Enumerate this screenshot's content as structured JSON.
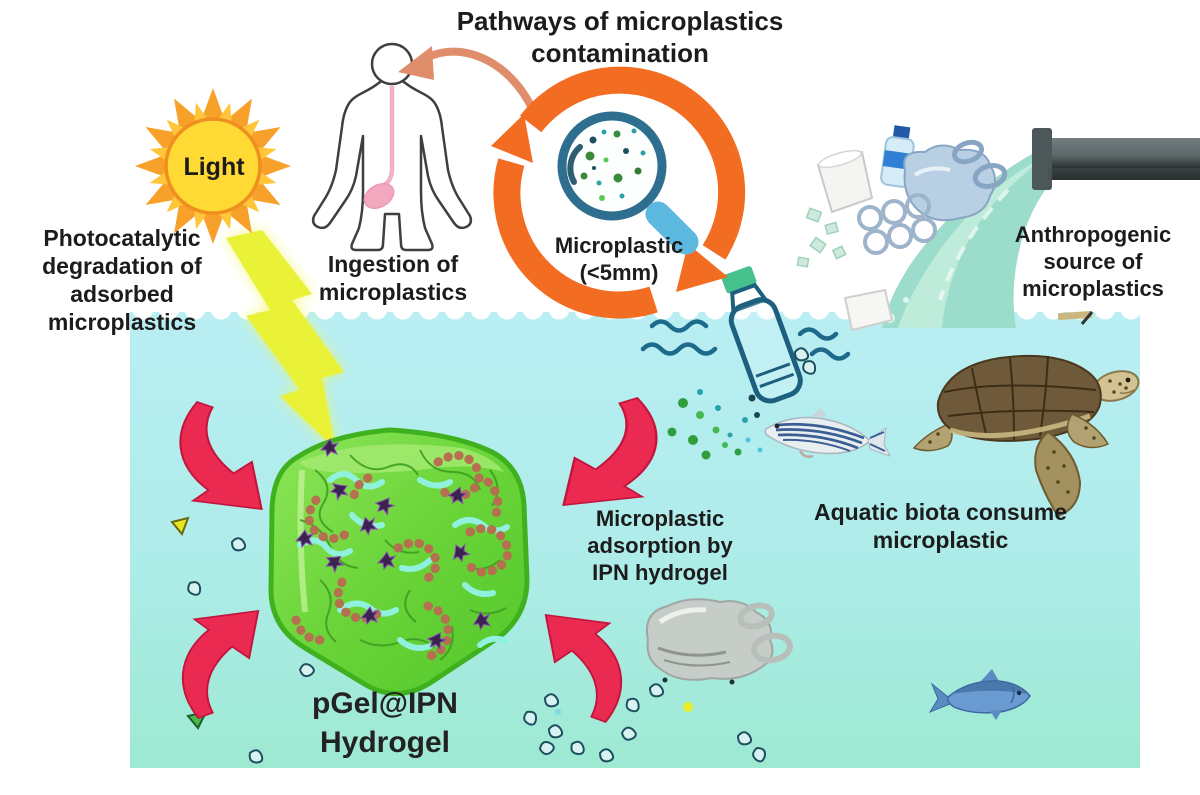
{
  "diagram": {
    "title": "Pathways of microplastics\ncontamination",
    "labels": {
      "sun": "Light",
      "photocatalytic": "Photocatalytic\ndegradation of\nadsorbed\nmicroplastics",
      "ingestion": "Ingestion of\nmicroplastics",
      "microplastic_size": "Microplastic\n(<5mm)",
      "anthropogenic": "Anthropogenic\nsource of\nmicroplastics",
      "adsorption": "Microplastic\nadsorption by\nIPN hydrogel",
      "aquatic": "Aquatic biota consume\nmicroplastic",
      "hydrogel": "pGel@IPN\nHydrogel"
    },
    "colors": {
      "cycle_orange": "#f26d21",
      "water_top": "#b9eef3",
      "water_bottom": "#9de9d2",
      "hydrogel_green": "#67d23a",
      "arrow_red": "#e92a4e",
      "sun_yellow": "#ffd934",
      "lightning_yellow": "#eaf238",
      "text": "#1c1c1c"
    }
  }
}
